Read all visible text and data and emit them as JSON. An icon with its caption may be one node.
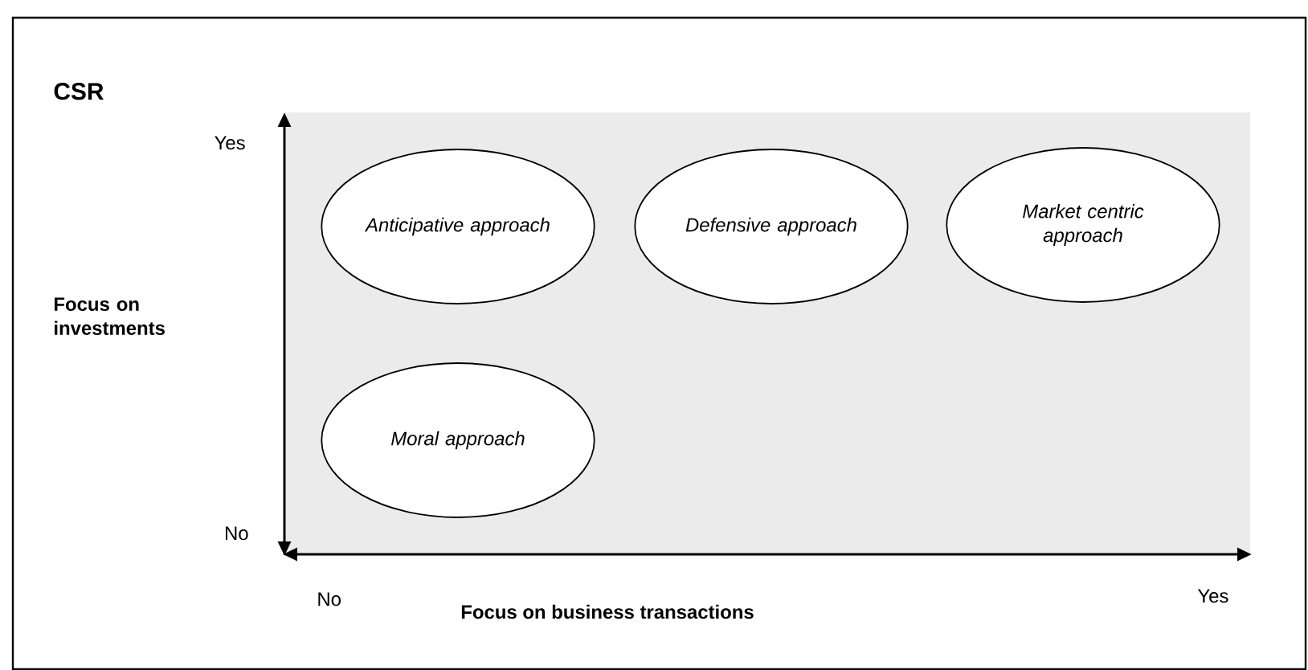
{
  "diagram": {
    "title": "CSR",
    "nodes": [
      {
        "text": [
          "Anticipative approach"
        ]
      },
      {
        "text": [
          "Defensive approach"
        ]
      },
      {
        "text": [
          "Market centric approach"
        ]
      },
      {
        "text": [
          "Moral approach"
        ]
      }
    ],
    "labels": [
      "Yes",
      "Focus on investments",
      "No",
      "No",
      "Focus on business transactions",
      "Yes"
    ]
  }
}
